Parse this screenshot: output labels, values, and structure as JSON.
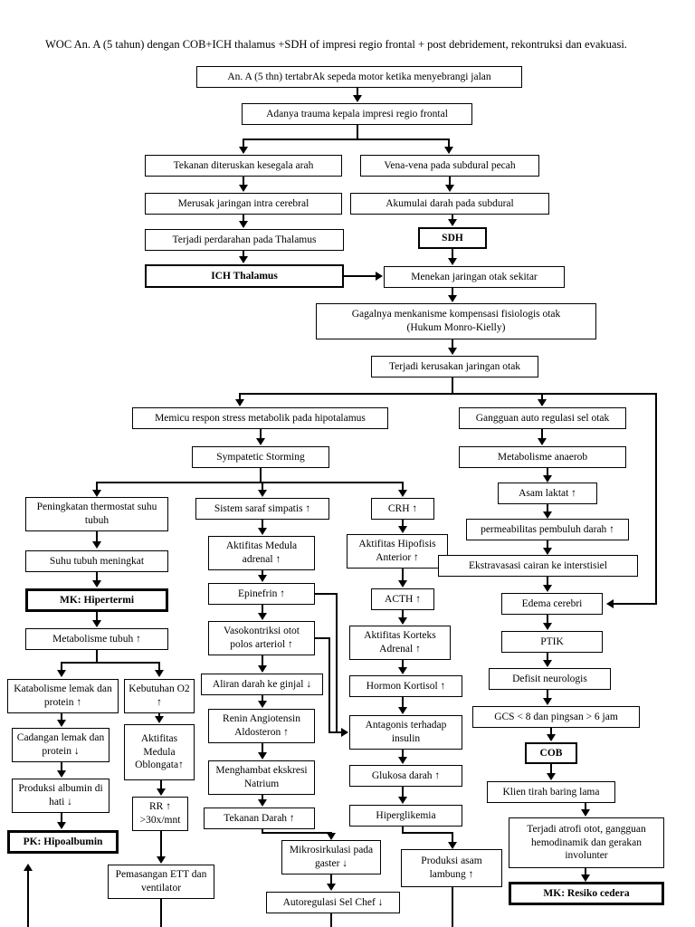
{
  "title": "WOC An. A (5 tahun) dengan COB+ICH thalamus +SDH of impresi regio frontal + post debridement, rekontruksi dan evakuasi.",
  "nodes": {
    "n01": "An. A (5 thn) tertabrAk sepeda motor ketika menyebrangi jalan",
    "n02": "Adanya trauma kepala impresi regio frontal",
    "n03": "Tekanan diteruskan kesegala arah",
    "n04": "Vena-vena pada subdural pecah",
    "n05": "Merusak jaringan intra cerebral",
    "n06": "Akumulai darah pada subdural",
    "n07": "Terjadi perdarahan pada Thalamus",
    "n08": "SDH",
    "n09": "ICH Thalamus",
    "n10": "Menekan jaringan otak sekitar",
    "n11": "Gagalnya menkanisme kompensasi fisiologis otak (Hukum Monro-Kielly)",
    "n11a": "Gagalnya menkanisme kompensasi fisiologis otak",
    "n11b": "(Hukum Monro-Kielly)",
    "n12": "Terjadi kerusakan jaringan otak",
    "n13": "Memicu respon stress metabolik pada hipotalamus",
    "n14": "Gangguan auto regulasi sel otak",
    "n15": "Sympatetic Storming",
    "n16": "Metabolisme anaerob",
    "n17": "Peningkatan thermostat suhu tubuh",
    "n18": "Sistem saraf simpatis ↑",
    "n19": "CRH ↑",
    "n20": "Asam laktat ↑",
    "n21": "Suhu tubuh meningkat",
    "n22": "Aktifitas Medula adrenal ↑",
    "n23": "Aktifitas Hipofisis Anterior ↑",
    "n24": "permeabilitas pembuluh darah ↑",
    "n25": "MK: Hipertermi",
    "n26": "Epinefrin ↑",
    "n27": "Ekstravasasi cairan ke interstisiel",
    "n28": "ACTH ↑",
    "n29": "Metabolisme tubuh ↑",
    "n30": "Vasokontriksi otot polos arteriol ↑",
    "n31": "Aktifitas Korteks Adrenal ↑",
    "n32": "Edema cerebri",
    "n33": "PTIK",
    "n34": "Katabolisme lemak dan protein ↑",
    "n35": "Kebutuhan O2 ↑",
    "n36": "Aliran darah ke ginjal ↓",
    "n37": "Hormon Kortisol ↑",
    "n38": "Defisit neurologis",
    "n39": "Cadangan lemak dan protein ↓",
    "n40": "Aktifitas Medula Oblongata↑",
    "n41": "Renin Angiotensin Aldosteron ↑",
    "n42": "Antagonis terhadap insulin",
    "n43": "GCS < 8 dan pingsan > 6 jam",
    "n44": "Produksi albumin di hati ↓",
    "n45": "Menghambat ekskresi Natrium",
    "n46": "Glukosa darah ↑",
    "n47": "COB",
    "n48": "RR ↑ >30x/mnt",
    "n49": "PK: Hipoalbumin",
    "n50": "Tekanan Darah ↑",
    "n51": "Hiperglikemia",
    "n52": "Klien tirah baring lama",
    "n53": "Pemasangan ETT dan ventilator",
    "n54": "Mikrosirkulasi pada gaster ↓",
    "n55": "Produksi asam lambung ↑",
    "n56": "Terjadi atrofi otot, gangguan hemodinamik dan gerakan involunter",
    "n57": "Autoregulasi Sel Chef ↓",
    "n58": "MK: Resiko cedera"
  }
}
